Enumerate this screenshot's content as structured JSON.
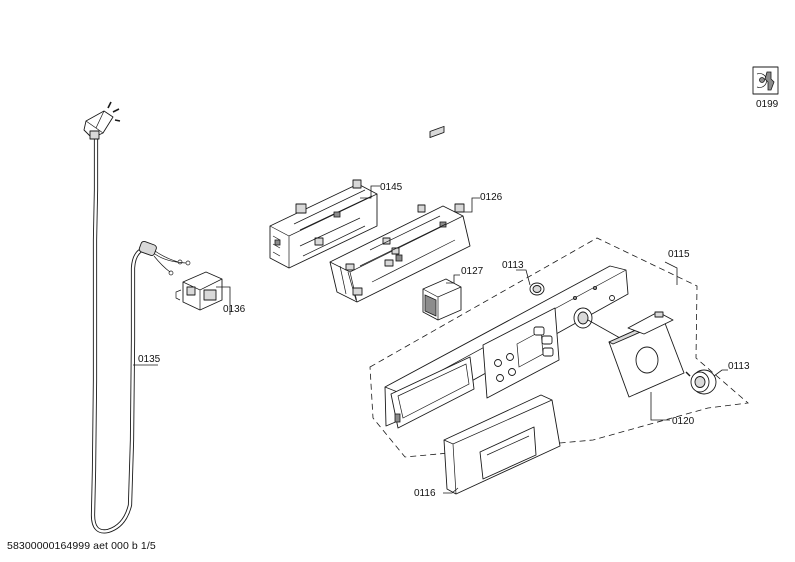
{
  "document_code": "58300000164999 aet 000 b 1/5",
  "parts": [
    {
      "id": "power-cord",
      "label": "0135"
    },
    {
      "id": "suppressor",
      "label": "0136"
    },
    {
      "id": "control-module",
      "label": "0145"
    },
    {
      "id": "power-module",
      "label": "0126"
    },
    {
      "id": "display-module",
      "label": "0127"
    },
    {
      "id": "knob-small",
      "label": "0113"
    },
    {
      "id": "control-panel",
      "label": "0115"
    },
    {
      "id": "knob-large",
      "label": "0113"
    },
    {
      "id": "dial-cover",
      "label": "0120"
    },
    {
      "id": "drawer-front",
      "label": "0116"
    },
    {
      "id": "service-tool",
      "label": "0199"
    }
  ],
  "icons": {
    "service_tool": "wrench-tool-icon"
  }
}
